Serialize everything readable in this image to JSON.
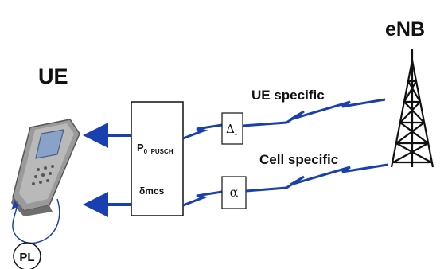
{
  "labels": {
    "enb": "eNB",
    "ue": "UE",
    "ue_specific": "UE specific",
    "cell_specific": "Cell specific",
    "pl": "PL"
  },
  "box": {
    "p0_main": "P",
    "p0_sub": "0_PUSCH",
    "delta_mcs": "δmcs"
  },
  "params": {
    "delta_i": "Δ",
    "delta_i_sub": "i",
    "alpha": "α"
  },
  "colors": {
    "signal_line": "#1a3fb0",
    "tower": "#111111",
    "phone_body": "#8c8c8c",
    "phone_screen": "#8aa2c8"
  },
  "icons": [
    "enb-tower-icon",
    "ue-phone-icon",
    "pathloss-loop-icon"
  ]
}
